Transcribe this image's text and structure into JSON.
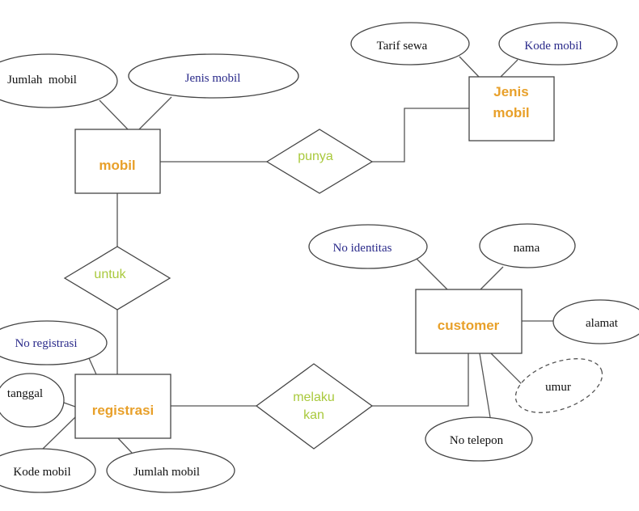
{
  "diagram": {
    "type": "er-diagram",
    "colors": {
      "entity_text": "#e8a02a",
      "relationship_text": "#a9c93c",
      "key_attribute_text": "#2a2a8a",
      "attribute_text": "#111111",
      "stroke": "#444444"
    },
    "entities": {
      "mobil": {
        "label": "mobil"
      },
      "jenis_mobil": {
        "label_line1": "Jenis",
        "label_line2": "mobil"
      },
      "registrasi": {
        "label": "registrasi"
      },
      "customer": {
        "label": "customer"
      }
    },
    "relationships": {
      "punya": {
        "label": "punya"
      },
      "untuk": {
        "label": "untuk"
      },
      "melakukan": {
        "label_line1": "melaku",
        "label_line2": "kan"
      }
    },
    "attributes": {
      "mobil_jumlah": {
        "label": "Jumlah  mobil",
        "key": false
      },
      "mobil_jenis": {
        "label": "Jenis mobil",
        "key": true
      },
      "jenis_tarif": {
        "label": "Tarif sewa",
        "key": false
      },
      "jenis_kode": {
        "label": "Kode mobil",
        "key": true
      },
      "reg_no": {
        "label": "No registrasi",
        "key": true
      },
      "reg_tanggal": {
        "label": "tanggal",
        "key": false
      },
      "reg_kode": {
        "label": "Kode mobil",
        "key": false
      },
      "reg_jumlah": {
        "label": "Jumlah mobil",
        "key": false
      },
      "cust_noid": {
        "label": "No identitas",
        "key": true
      },
      "cust_nama": {
        "label": "nama",
        "key": false
      },
      "cust_alamat": {
        "label": "alamat",
        "key": false
      },
      "cust_umur": {
        "label": "umur",
        "key": false,
        "derived": true
      },
      "cust_telepon": {
        "label": "No telepon",
        "key": false
      }
    }
  }
}
